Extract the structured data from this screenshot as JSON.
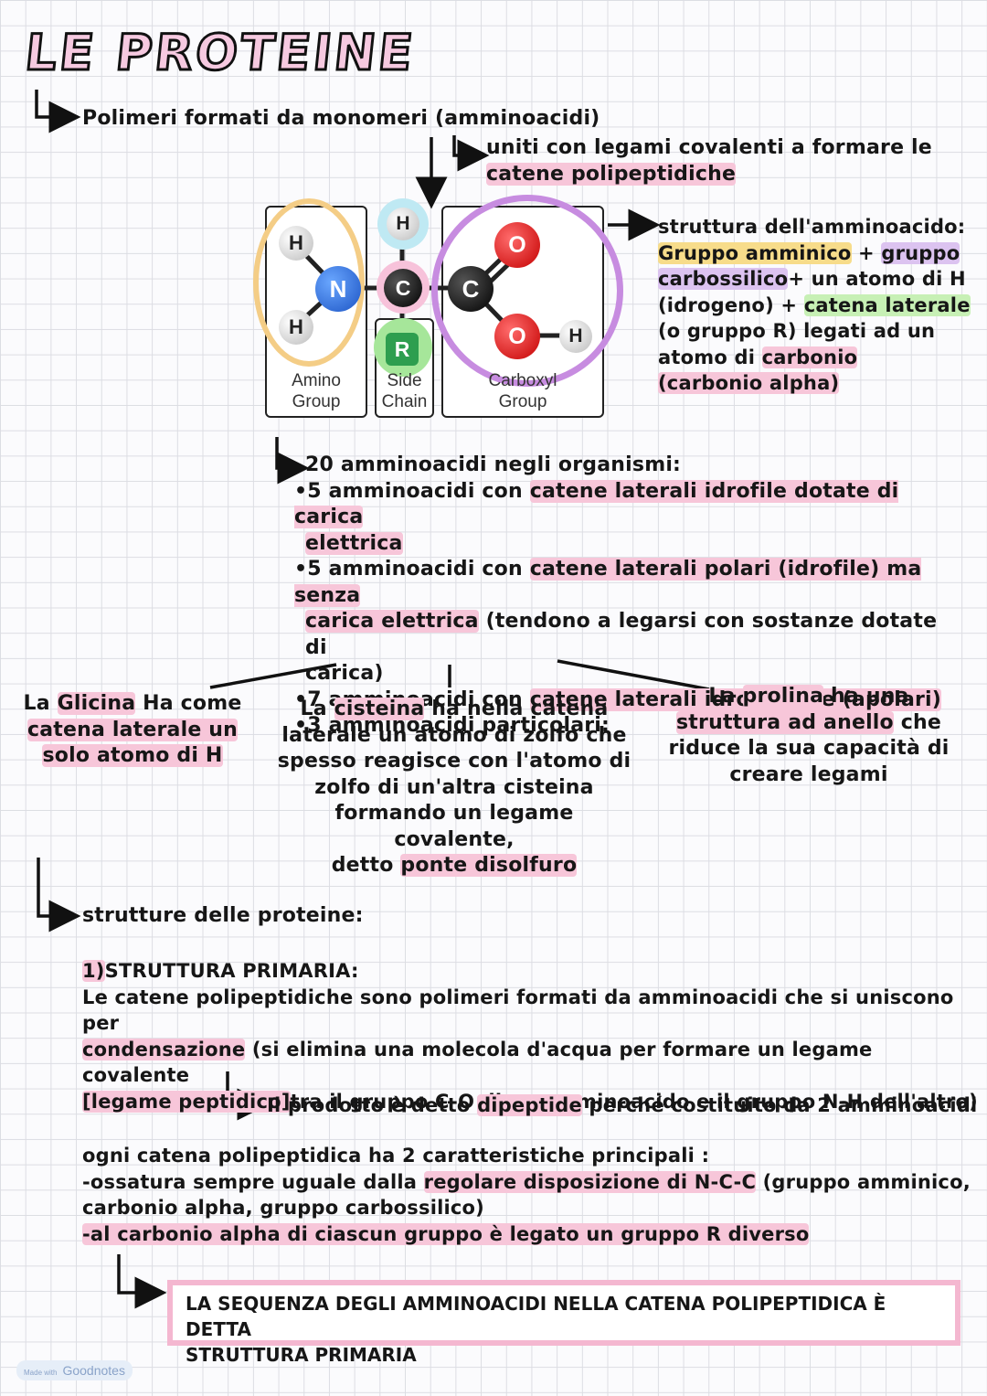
{
  "title": "LE PROTEINE",
  "intro": {
    "polymers": "Polimeri formati da monomeri (amminoacidi)",
    "bonds_line1": "uniti con legami covalenti a formare le",
    "bonds_line2": "catene polipeptidiche"
  },
  "diagram": {
    "amino_label_1": "Amino",
    "amino_label_2": "Group",
    "side_label_1": "Side",
    "side_label_2": "Chain",
    "carboxyl_label_1": "Carboxyl",
    "carboxyl_label_2": "Group",
    "atom_h": "H",
    "atom_n": "N",
    "atom_c": "C",
    "atom_o": "O",
    "atom_r": "R",
    "colors": {
      "amino_ring": "#f4cd86",
      "carboxyl_ring": "#c78ce0",
      "h_top_ring": "#bfe9f3",
      "c_ring": "#f7c2da",
      "r_ring": "#a6e69a",
      "nitrogen": "#2a6fdb",
      "oxygen": "#e31b1b",
      "r_group": "#2e9e4f"
    }
  },
  "structure_desc": {
    "line1": "struttura dell'amminoacido:",
    "line2_a": "Gruppo amminico",
    "line2_b": " + ",
    "line2_c": "gruppo",
    "line3_a": "carbossilico",
    "line3_b": "+ un atomo di H",
    "line4_a": "(idrogeno) + ",
    "line4_b": "catena laterale",
    "line5": "(o gruppo R) legati ad un",
    "line6_a": "atomo di ",
    "line6_b": "carbonio",
    "line7": "(carbonio alpha)"
  },
  "amino_acids": {
    "heading": "20 amminoacidi negli organismi:",
    "b1_a": "•5 amminoacidi con ",
    "b1_b": "catene laterali idrofile dotate di carica",
    "b1_c": "elettrica",
    "b2_a": "•5 amminoacidi con ",
    "b2_b": "catene laterali polari (idrofile) ma senza",
    "b2_c": "carica elettrica",
    "b2_d": " (tendono a legarsi con sostanze dotate di",
    "b2_e": "carica)",
    "b3_a": "•7 amminoacidi con ",
    "b3_b": "catene laterali idrofobiche (apolari)",
    "b4": "•3 amminoacidi particolari:"
  },
  "special": {
    "glicina_1a": "La ",
    "glicina_1b": "Glicina",
    "glicina_1c": " Ha come",
    "glicina_2": "catena laterale un",
    "glicina_3": "solo atomo di H",
    "cisteina_1a": "La ",
    "cisteina_1b": "cisteina",
    "cisteina_1c": " ha nella catena",
    "cisteina_2": "laterale un atomo di zolfo che",
    "cisteina_3": "spesso reagisce con l'atomo di",
    "cisteina_4": "zolfo di un'altra cisteina",
    "cisteina_5": "formando un legame covalente,",
    "cisteina_6a": "detto ",
    "cisteina_6b": "ponte disolfuro",
    "prolina_1a": "La ",
    "prolina_1b": "prolina",
    "prolina_1c": " ha una",
    "prolina_2": "struttura ad anello",
    "prolina_2b": " che",
    "prolina_3": "riduce la sua capacità di",
    "prolina_4": "creare legami"
  },
  "structures": {
    "heading": "strutture delle proteine:",
    "primary_title_num": "1)",
    "primary_title": "STRUTTURA PRIMARIA:",
    "p1": "Le catene polipeptidiche sono polimeri formati da amminoacidi che si uniscono per",
    "p2_a": "condensazione",
    "p2_b": " (si elimina una molecola d'acqua per formare un legame covalente",
    "p3_a": "[legame peptidico]",
    "p3_b": "tra il gruppo C-O di un amminoacido e il gruppo N-H dell'altro)",
    "dipeptide_a": "Il prodotto è detto ",
    "dipeptide_b": "dipeptide",
    "dipeptide_c": " perché costituito da 2 amminoacidi",
    "c1": "ogni catena polipeptidica ha 2 caratteristiche principali :",
    "c2_a": "-ossatura sempre uguale  dalla ",
    "c2_b": "regolare disposizione di N-C-C",
    "c2_c": " (gruppo amminico,",
    "c3": "carbonio alpha, gruppo carbossilico)",
    "c4_a": "-al carbonio alpha di ciascun gruppo è legato un gruppo R diverso",
    "box_1": "LA SEQUENZA DEGLI AMMINOACIDI NELLA CATENA POLIPEPTIDICA È DETTA",
    "box_2": "STRUTTURA PRIMARIA"
  },
  "footer": {
    "made_with": "Made with",
    "brand": "Goodnotes"
  }
}
